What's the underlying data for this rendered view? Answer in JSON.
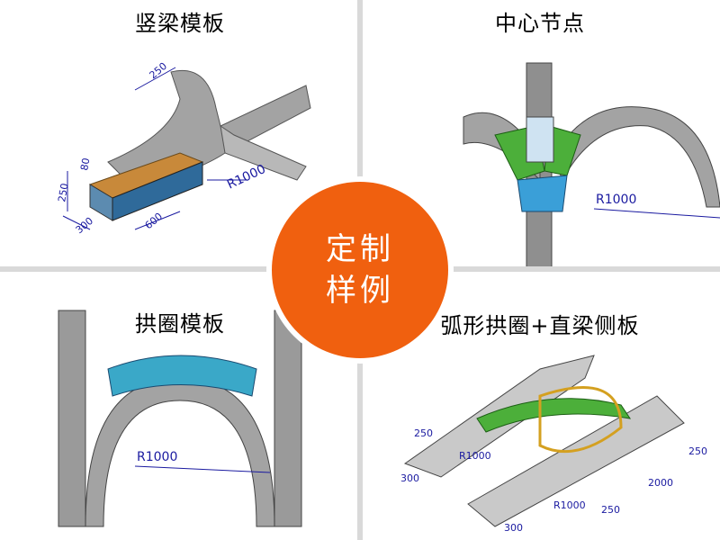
{
  "panels": {
    "top_left": {
      "title": "竖梁模板",
      "dims": [
        "250",
        "250",
        "80",
        "300",
        "600",
        "R1000"
      ]
    },
    "top_right": {
      "title": "中心节点",
      "dims": [
        "R1000"
      ]
    },
    "bottom_left": {
      "title": "拱圈模板",
      "dims": [
        "R1000"
      ]
    },
    "bottom_right": {
      "title": "弧形拱圈+直梁侧板",
      "dims": [
        "250",
        "R1000",
        "300",
        "R1000",
        "300",
        "250",
        "2000",
        "250"
      ]
    }
  },
  "badge": {
    "line1": "定制",
    "line2": "样例",
    "color": "#f0600f"
  },
  "colors": {
    "concrete": "#9a9a9a",
    "formwork_orange": "#c07a30",
    "formwork_blue": "#3a9fd8",
    "formwork_green": "#4caf3a",
    "dimension_blue": "#1a1aa0"
  }
}
